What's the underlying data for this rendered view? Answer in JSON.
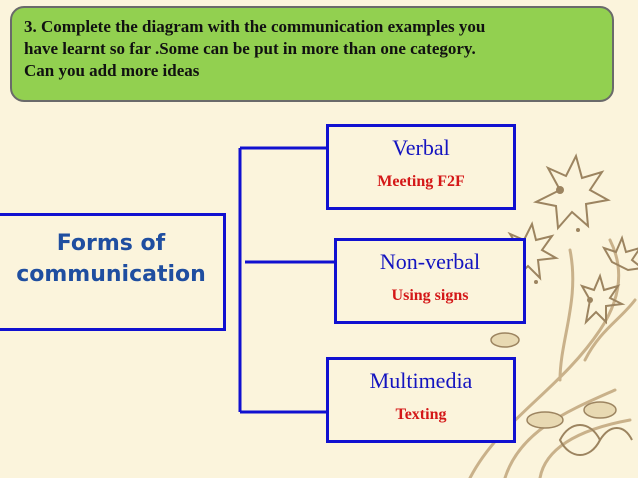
{
  "instruction": {
    "line1": "3. Complete the diagram with the communication examples you",
    "line2": "have learnt so far .Some can be put in more than one category.",
    "line3": "Can you add more ideas"
  },
  "root": {
    "line1": "Forms of",
    "line2": "communication"
  },
  "categories": [
    {
      "title": "Verbal",
      "example": "Meeting F2F"
    },
    {
      "title": "Non-verbal",
      "example": "Using signs"
    },
    {
      "title": "Multimedia",
      "example": "Texting"
    }
  ],
  "colors": {
    "instruction_bg": "#92d050",
    "box_border": "#1010d0",
    "root_text": "#1f4ea0",
    "category_text": "#1414c0",
    "example_text": "#d41818",
    "floral": "#c9b18a"
  }
}
